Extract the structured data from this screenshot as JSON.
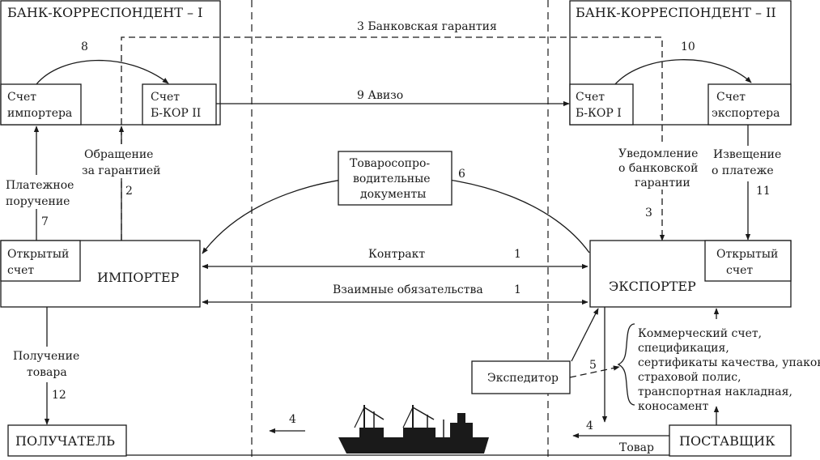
{
  "banks": {
    "bank1_title": "БАНК-КОРРЕСПОНДЕНТ – I",
    "bank2_title": "БАНК-КОРРЕСПОНДЕНТ – II",
    "importer_account": [
      "Счет",
      "импортера"
    ],
    "bkor2_account": [
      "Счет",
      "Б-КОР II"
    ],
    "bkor1_account": [
      "Счет",
      "Б-КОР I"
    ],
    "exporter_account": [
      "Счет",
      "экспортера"
    ]
  },
  "parties": {
    "importer": "ИМПОРТЕР",
    "exporter": "ЭКСПОРТЕР",
    "open_account": [
      "Открытый",
      "счет"
    ],
    "forwarder": "Экспедитор",
    "recipient": "ПОЛУЧАТЕЛЬ",
    "supplier": "ПОСТАВЩИК",
    "shipping_docs": [
      "Товаросопро-",
      "водительные",
      "документы"
    ]
  },
  "flows": {
    "guarantee": "3  Банковская гарантия",
    "avizo": "9  Авизо",
    "transfer_num": "8",
    "transfer2_num": "10",
    "guarantee_request": [
      "Обращение",
      "за гарантией"
    ],
    "guarantee_request_num": "2",
    "payment_order": [
      "Платежное",
      "поручение"
    ],
    "payment_order_num": "7",
    "guarantee_notice": [
      "Уведомление",
      "о банковской",
      "гарантии"
    ],
    "guarantee_notice_num": "3",
    "payment_notice": [
      "Извещение",
      "о платеже"
    ],
    "payment_notice_num": "11",
    "docs_num": "6",
    "contract": "Контракт",
    "contract_num": "1",
    "obligations": "Взаимные обязательства",
    "obligations_num": "1",
    "receipt": [
      "Получение",
      "товара"
    ],
    "receipt_num": "12",
    "forwarder_num": "5",
    "shipping_num": "4",
    "goods_num": "4",
    "goods": "Товар"
  },
  "documents_list": [
    "Коммерческий счет,",
    "спецификация,",
    "сертификаты качества, упаковки,",
    "страховой полис,",
    "транспортная накладная,",
    "коносамент"
  ]
}
